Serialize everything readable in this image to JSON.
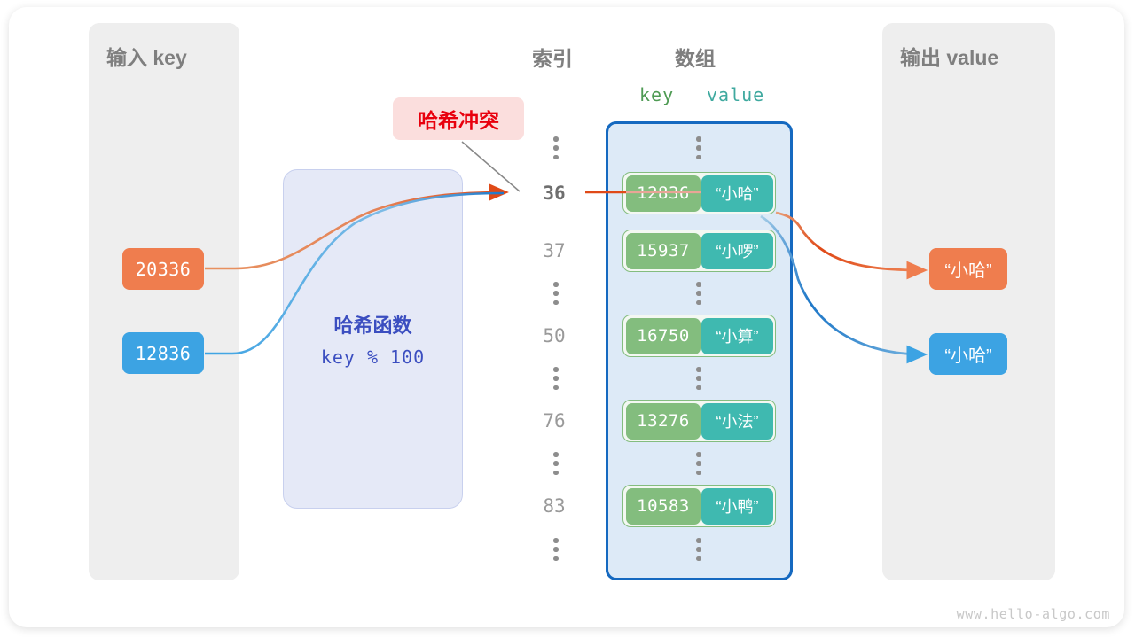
{
  "diagram": {
    "watermark": "www.hello-algo.com",
    "colors": {
      "panel_bg": "#eeeeee",
      "hash_box_bg": "#e5e9f7",
      "hash_box_text": "#3b4ec0",
      "array_bg": "#ddeaf7",
      "array_border": "#1569c0",
      "key_cell": "#83bd7e",
      "value_cell": "#3fb9b0",
      "orange": "#ef7d4e",
      "blue": "#3ca3e3",
      "collision_bg": "#fbdedd",
      "collision_text": "#e8000d",
      "index_text": "#9a9a9a",
      "heading_text": "#7f7f7f"
    }
  },
  "input_panel": {
    "title": "输入 key",
    "keys": [
      {
        "value": "20336",
        "color": "#ef7d4e"
      },
      {
        "value": "12836",
        "color": "#3ca3e3"
      }
    ]
  },
  "hash_function": {
    "title": "哈希函数",
    "expression": "key % 100"
  },
  "collision": {
    "label": "哈希冲突"
  },
  "array_section": {
    "index_heading": "索引",
    "array_heading": "数组",
    "key_heading": "key",
    "value_heading": "value",
    "rows": [
      {
        "kind": "dots",
        "index": "⋮"
      },
      {
        "kind": "entry",
        "index": "36",
        "key": "12836",
        "value": "“小哈”",
        "highlight": true
      },
      {
        "kind": "entry",
        "index": "37",
        "key": "15937",
        "value": "“小啰”",
        "highlight": false
      },
      {
        "kind": "dots",
        "index": "⋮"
      },
      {
        "kind": "entry",
        "index": "50",
        "key": "16750",
        "value": "“小算”",
        "highlight": false
      },
      {
        "kind": "dots",
        "index": "⋮"
      },
      {
        "kind": "entry",
        "index": "76",
        "key": "13276",
        "value": "“小法”",
        "highlight": false
      },
      {
        "kind": "dots",
        "index": "⋮"
      },
      {
        "kind": "entry",
        "index": "83",
        "key": "10583",
        "value": "“小鸭”",
        "highlight": false
      },
      {
        "kind": "dots",
        "index": "⋮"
      }
    ]
  },
  "output_panel": {
    "title": "输出 value",
    "values": [
      {
        "value": "“小哈”",
        "color": "#ef7d4e"
      },
      {
        "value": "“小哈”",
        "color": "#3ca3e3"
      }
    ]
  }
}
